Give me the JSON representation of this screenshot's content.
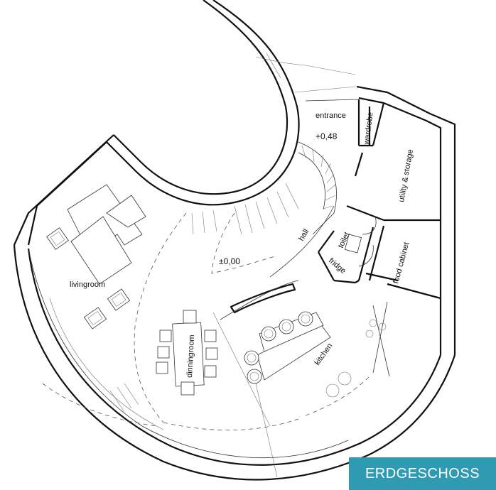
{
  "title": "ERDGESCHOSS",
  "accent_color": "#2e9bb2",
  "rooms": {
    "entrance": "entrance",
    "entrance_level": "+0,48",
    "wardrobe": "wardrobe",
    "utility": "utility & storage",
    "hall": "hall",
    "toilet": "toilet",
    "fridge": "fridge",
    "food_cabinet": "food cabinet",
    "hall_level": "±0,00",
    "livingroom": "livingroom",
    "dinningroom": "dinningroom",
    "kitchen": "kitchen"
  }
}
